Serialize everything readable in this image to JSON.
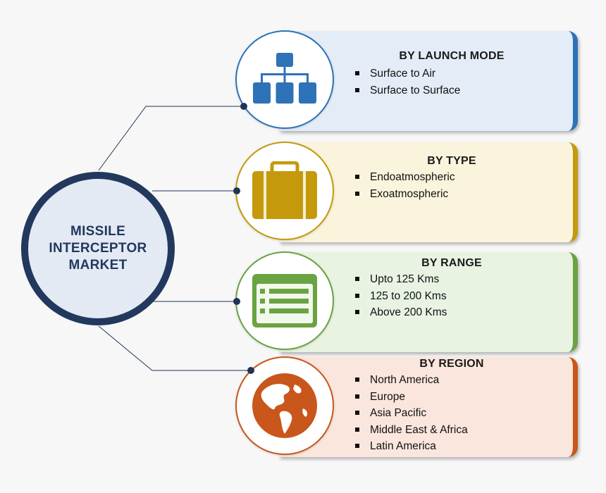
{
  "center": {
    "title": "MISSILE\nINTERCEPTOR\nMARKET",
    "border_color": "#22385d",
    "fill_color": "#e3eaf4"
  },
  "segments": [
    {
      "title": "BY LAUNCH MODE",
      "items": [
        "Surface to Air",
        "Surface to Surface"
      ],
      "icon": "hierarchy-icon",
      "accent": "#2e72b8",
      "card_bg": "#e4edf7"
    },
    {
      "title": "BY TYPE",
      "items": [
        "Endoatmospheric",
        "Exoatmospheric"
      ],
      "icon": "suitcase-icon",
      "accent": "#c49a0c",
      "card_bg": "#fbf4dc"
    },
    {
      "title": "BY RANGE",
      "items": [
        "Upto 125 Kms",
        "125 to 200 Kms",
        "Above 200 Kms"
      ],
      "icon": "list-form-icon",
      "accent": "#6aa342",
      "card_bg": "#e9f3e2"
    },
    {
      "title": "BY REGION",
      "items": [
        "North America",
        "Europe",
        "Asia Pacific",
        "Middle East & Africa",
        "Latin America"
      ],
      "icon": "globe-icon",
      "accent": "#c9561a",
      "card_bg": "#fae6dd"
    }
  ]
}
